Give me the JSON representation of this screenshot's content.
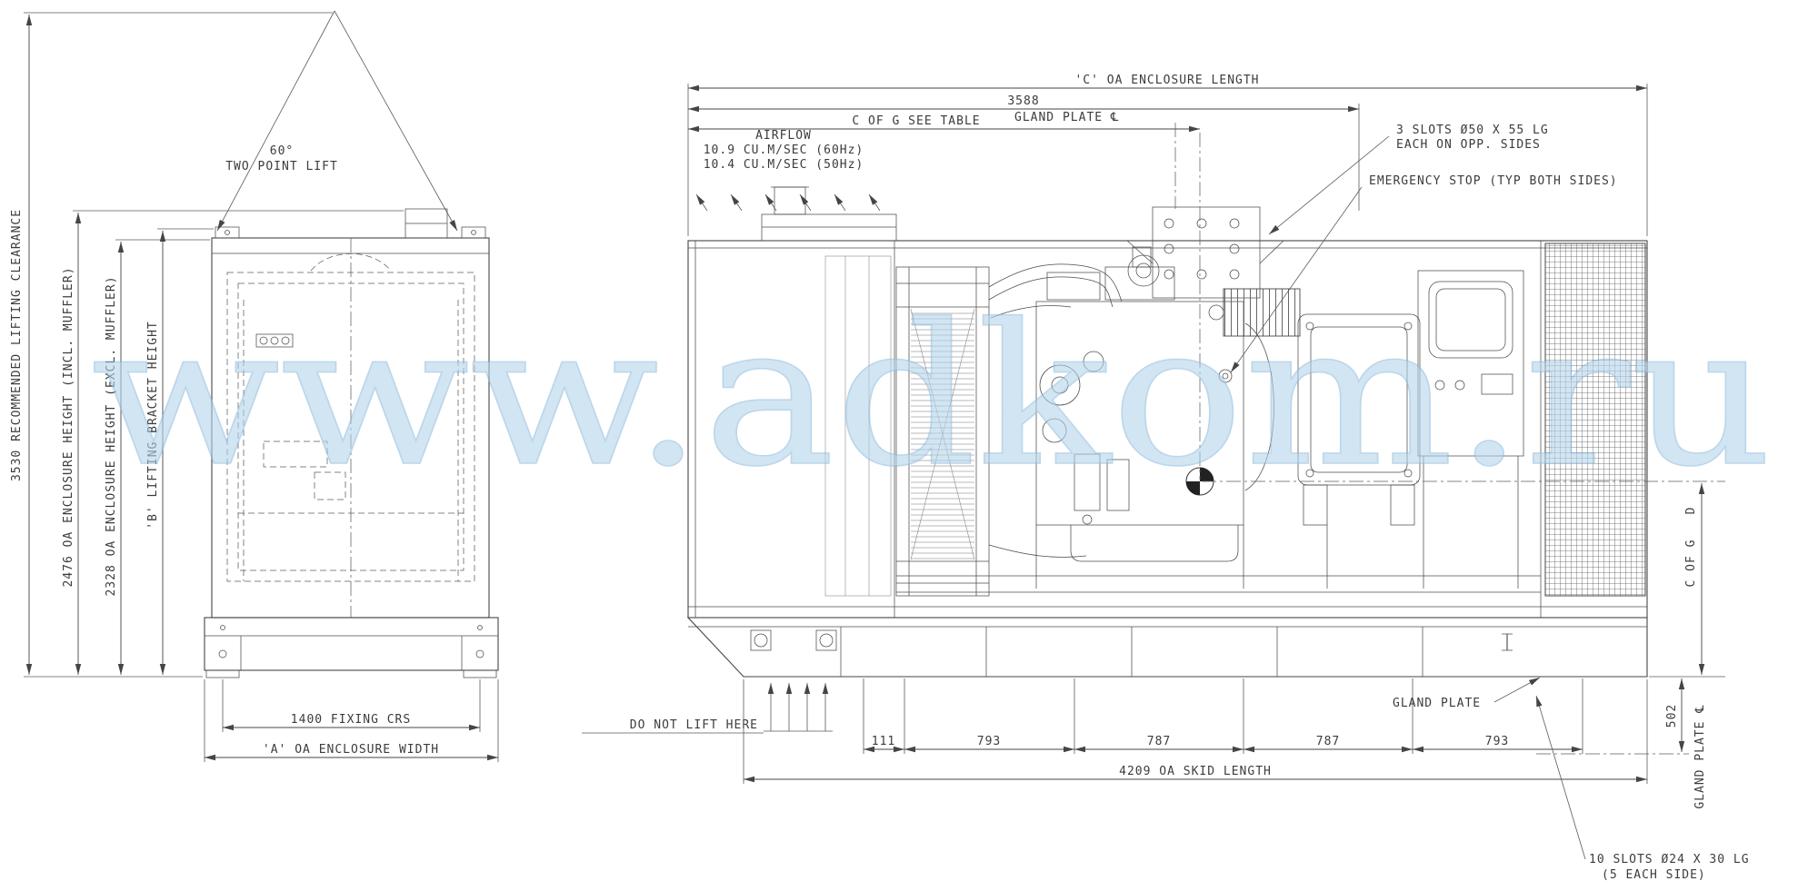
{
  "watermark": {
    "text": "www.adkom.ru"
  },
  "end_view": {
    "lift_angle": "60°",
    "lift_label": "TWO POINT LIFT",
    "dims": {
      "lifting_clearance": "3530 RECOMMENDED LIFTING CLEARANCE",
      "height_incl_muffler": "2476 OA ENCLOSURE HEIGHT (INCL. MUFFLER)",
      "height_excl_muffler": "2328 OA ENCLOSURE HEIGHT (EXCL. MUFFLER)",
      "lifting_bracket_height": "'B' LIFTING BRACKET HEIGHT",
      "fixing_crs": "1400 FIXING CRS",
      "enclosure_width": "'A' OA ENCLOSURE WIDTH"
    }
  },
  "side_view": {
    "dims": {
      "enclosure_length": "'C' OA ENCLOSURE LENGTH",
      "length_3588": "3588",
      "c_of_g_table": "C OF G SEE TABLE",
      "gland_plate_cl_top": "GLAND PLATE ℄",
      "skid_length": "4209 OA SKID LENGTH",
      "spacing": [
        "111",
        "793",
        "787",
        "787",
        "793"
      ],
      "gland_502": "502",
      "gland_plate_cl_right": "GLAND PLATE ℄",
      "cg_height": "D",
      "c_of_g": "C OF G"
    },
    "airflow": {
      "title": "AIRFLOW",
      "rate_60hz": "10.9 CU.M/SEC (60Hz)",
      "rate_50hz": "10.4 CU.M/SEC (50Hz)"
    },
    "notes": {
      "slots_top_1": "3 SLOTS Ø50 X 55 LG",
      "slots_top_2": "EACH ON OPP. SIDES",
      "emergency_stop": "EMERGENCY STOP (TYP BOTH SIDES)",
      "do_not_lift": "DO NOT LIFT HERE",
      "gland_plate": "GLAND PLATE",
      "slots_bottom_1": "10 SLOTS Ø24 X 30 LG",
      "slots_bottom_2": "(5 EACH SIDE)"
    }
  },
  "colors": {
    "line": "#454545",
    "watermark": "#b3d4ec",
    "background": "#ffffff"
  }
}
